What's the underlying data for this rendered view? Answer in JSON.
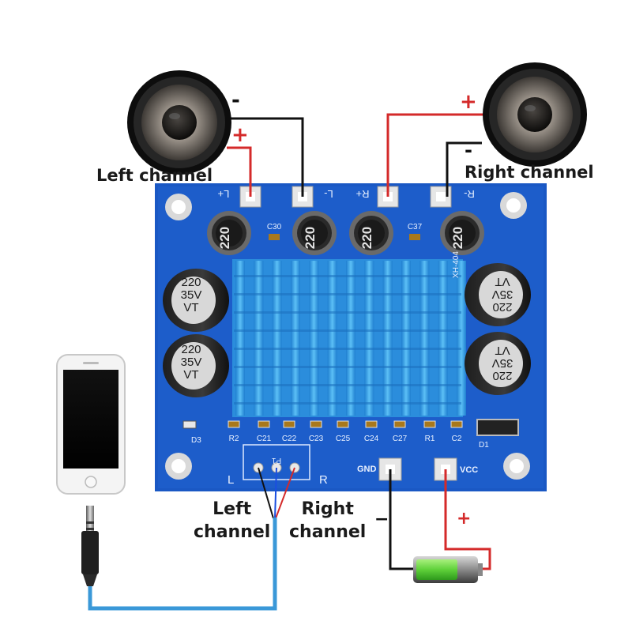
{
  "labels": {
    "left_channel_top": "Left channel",
    "right_channel_top": "Right channel",
    "left_channel_bottom": "Left\nchannel",
    "right_channel_bottom": "Right\nchannel"
  },
  "signs": {
    "left_speaker_minus": "-",
    "left_speaker_plus": "+",
    "right_speaker_plus": "+",
    "right_speaker_minus": "-",
    "battery_minus": "−",
    "battery_plus": "+"
  },
  "board": {
    "terminal_left_plus": "L+",
    "terminal_left_minus": "L-",
    "terminal_right_plus": "R+",
    "terminal_right_minus": "R-",
    "inductor_value": "220",
    "cap_left_top": "C30",
    "cap_right_top": "C37",
    "model": "XH-404",
    "electrolytic_value": "220",
    "electrolytic_voltage": "35V",
    "electrolytic_series": "VT",
    "components_row": [
      "R2",
      "C21",
      "C22",
      "C23",
      "C25",
      "C24",
      "C27",
      "R1",
      "C2"
    ],
    "diode_left": "D3",
    "diode_right": "D1",
    "input_header": "P1",
    "input_left": "L",
    "input_right": "R",
    "gnd": "GND",
    "vcc": "VCC"
  },
  "colors": {
    "pcb": "#1a58c4",
    "heatsink": "#3aa6ea",
    "wire_red": "#d42a2a",
    "wire_black": "#111111",
    "wire_blue": "#3a98d8",
    "battery_green": "#5fd13a"
  }
}
